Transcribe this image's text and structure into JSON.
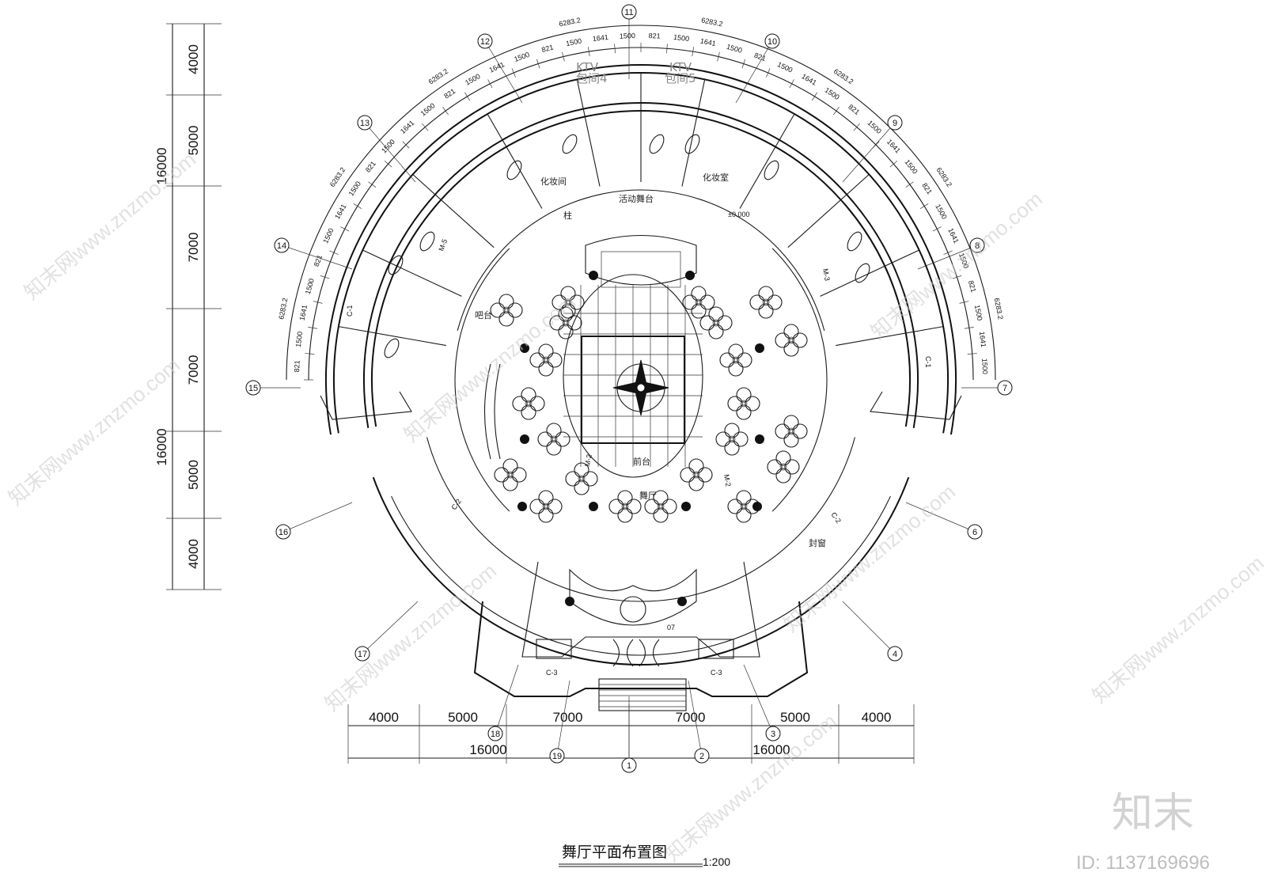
{
  "drawing": {
    "title": "舞厅平面布置图",
    "scale": "1:200"
  },
  "dimensions": {
    "bottom_segments": [
      "4000",
      "5000",
      "7000",
      "7000",
      "5000",
      "4000"
    ],
    "bottom_totals": [
      "16000",
      "16000"
    ],
    "left_segments": [
      "4000",
      "5000",
      "7000",
      "7000",
      "5000",
      "4000"
    ],
    "left_totals": [
      "16000",
      "16000"
    ],
    "arc_segments": [
      "821",
      "1500",
      "1641"
    ],
    "arc_total": "6283.2"
  },
  "axes": [
    "1",
    "2",
    "3",
    "4",
    "6",
    "7",
    "8",
    "9",
    "10",
    "11",
    "12",
    "13",
    "14",
    "15",
    "16",
    "17",
    "18",
    "19"
  ],
  "rooms": {
    "ktv4": "包间4",
    "ktv5": "包间5",
    "ktv_label": "KTV",
    "stage": "活动舞台",
    "dressing_left": "化妆间",
    "dressing_right": "化妆室",
    "front_desk": "前台",
    "hall": "舞厅",
    "bar": "吧台",
    "column": "柱",
    "window": "封窗",
    "level": "±0.000"
  },
  "tags": {
    "door_m2": "M-2",
    "door_m3": "M-3",
    "door_m5": "M-5",
    "win_c1": "C-1",
    "win_c2": "C-2",
    "win_c3": "C-3",
    "ref07": "07"
  },
  "watermark": {
    "text": "知末网www.znzmo.com",
    "brand": "知末",
    "id": "ID: 1137169696"
  }
}
